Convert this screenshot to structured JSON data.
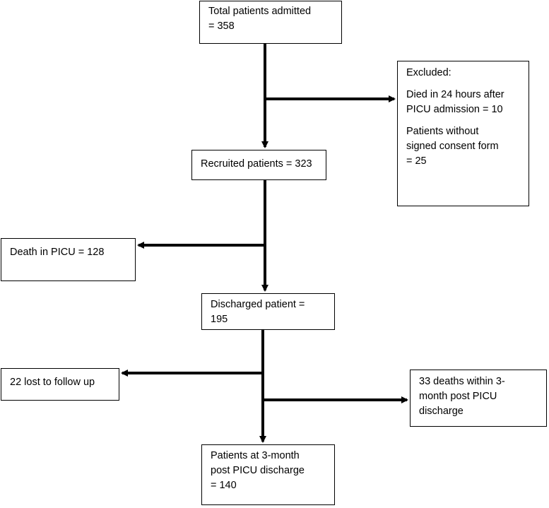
{
  "boxes": {
    "total": {
      "line1": "Total patients admitted",
      "line2": "= 358"
    },
    "excluded": {
      "heading": "Excluded:",
      "item1_line1": "Died in 24 hours after",
      "item1_line2": "PICU admission = 10",
      "item2_line1": "Patients without",
      "item2_line2": "signed consent form",
      "item2_line3": "= 25"
    },
    "recruited": {
      "text": "Recruited patients = 323"
    },
    "death_picu": {
      "text": "Death in PICU = 128"
    },
    "discharged": {
      "line1": "Discharged patient =",
      "line2": "195"
    },
    "lost": {
      "text": "22 lost to follow up"
    },
    "deaths_3m": {
      "line1": "33 deaths within 3-",
      "line2": "month post PICU",
      "line3": "discharge"
    },
    "final": {
      "line1": "Patients at 3-month",
      "line2": "post PICU discharge",
      "line3": "= 140"
    }
  }
}
